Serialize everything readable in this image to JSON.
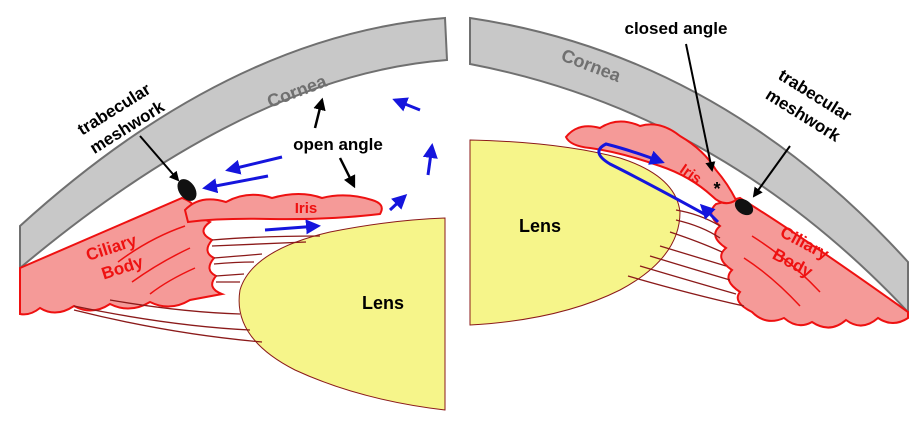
{
  "colors": {
    "cornea_fill": "#c8c8c8",
    "cornea_stroke": "#707070",
    "tissue_fill": "#f59a98",
    "tissue_stroke": "#ee1111",
    "lens_fill": "#f6f58a",
    "zonule": "#8b1a1a",
    "flow_arrow": "#1515dd",
    "annotation": "#000000",
    "meshwork": "#111111"
  },
  "left_panel": {
    "cornea_label": "Cornea",
    "iris_label": "Iris",
    "ciliary_label_line1": "Ciliary",
    "ciliary_label_line2": "Body",
    "lens_label": "Lens",
    "angle_label": "open angle",
    "meshwork_label_line1": "trabecular",
    "meshwork_label_line2": "meshwork"
  },
  "right_panel": {
    "cornea_label": "Cornea",
    "iris_label": "Iris",
    "ciliary_label_line1": "Ciliary",
    "ciliary_label_line2": "Body",
    "lens_label": "Lens",
    "angle_label": "closed angle",
    "angle_marker": "*",
    "meshwork_label_line1": "trabecular",
    "meshwork_label_line2": "meshwork"
  }
}
